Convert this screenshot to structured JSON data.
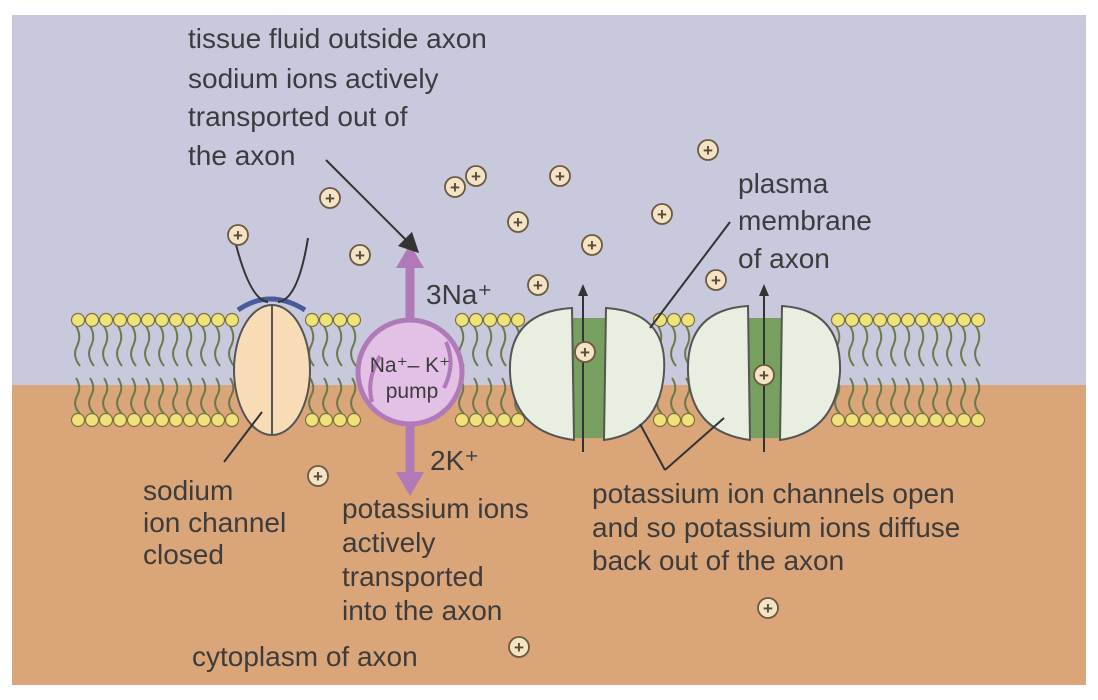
{
  "labels": {
    "tissue_fluid": "tissue fluid outside axon",
    "sodium_out": [
      "sodium ions actively",
      "transported out of",
      "the axon"
    ],
    "plasma_membrane": [
      "plasma",
      "membrane",
      "of axon"
    ],
    "na_out": "3Na⁺",
    "pump": [
      "Na⁺– K⁺",
      "pump"
    ],
    "k_in": "2K⁺",
    "sodium_channel": [
      "sodium",
      "ion channel",
      "closed"
    ],
    "potassium_in": [
      "potassium ions",
      "actively",
      "transported",
      "into the axon"
    ],
    "potassium_channels": [
      "potassium ion channels open",
      "and so potassium ions diffuse",
      "back out of the axon"
    ],
    "cytoplasm": "cytoplasm of axon"
  },
  "ion_symbol": "+",
  "colors": {
    "outside": "#c9c9dd",
    "inside": "#dba57a",
    "phospholipid_head": "#efe27a",
    "tail": "#6a7a4a",
    "sodium_channel": "#f7dcb6",
    "pump": "#e3c1e6",
    "pump_arrow": "#b07ab8",
    "k_channel": "#e8efe0",
    "k_pore": "#77a060"
  }
}
